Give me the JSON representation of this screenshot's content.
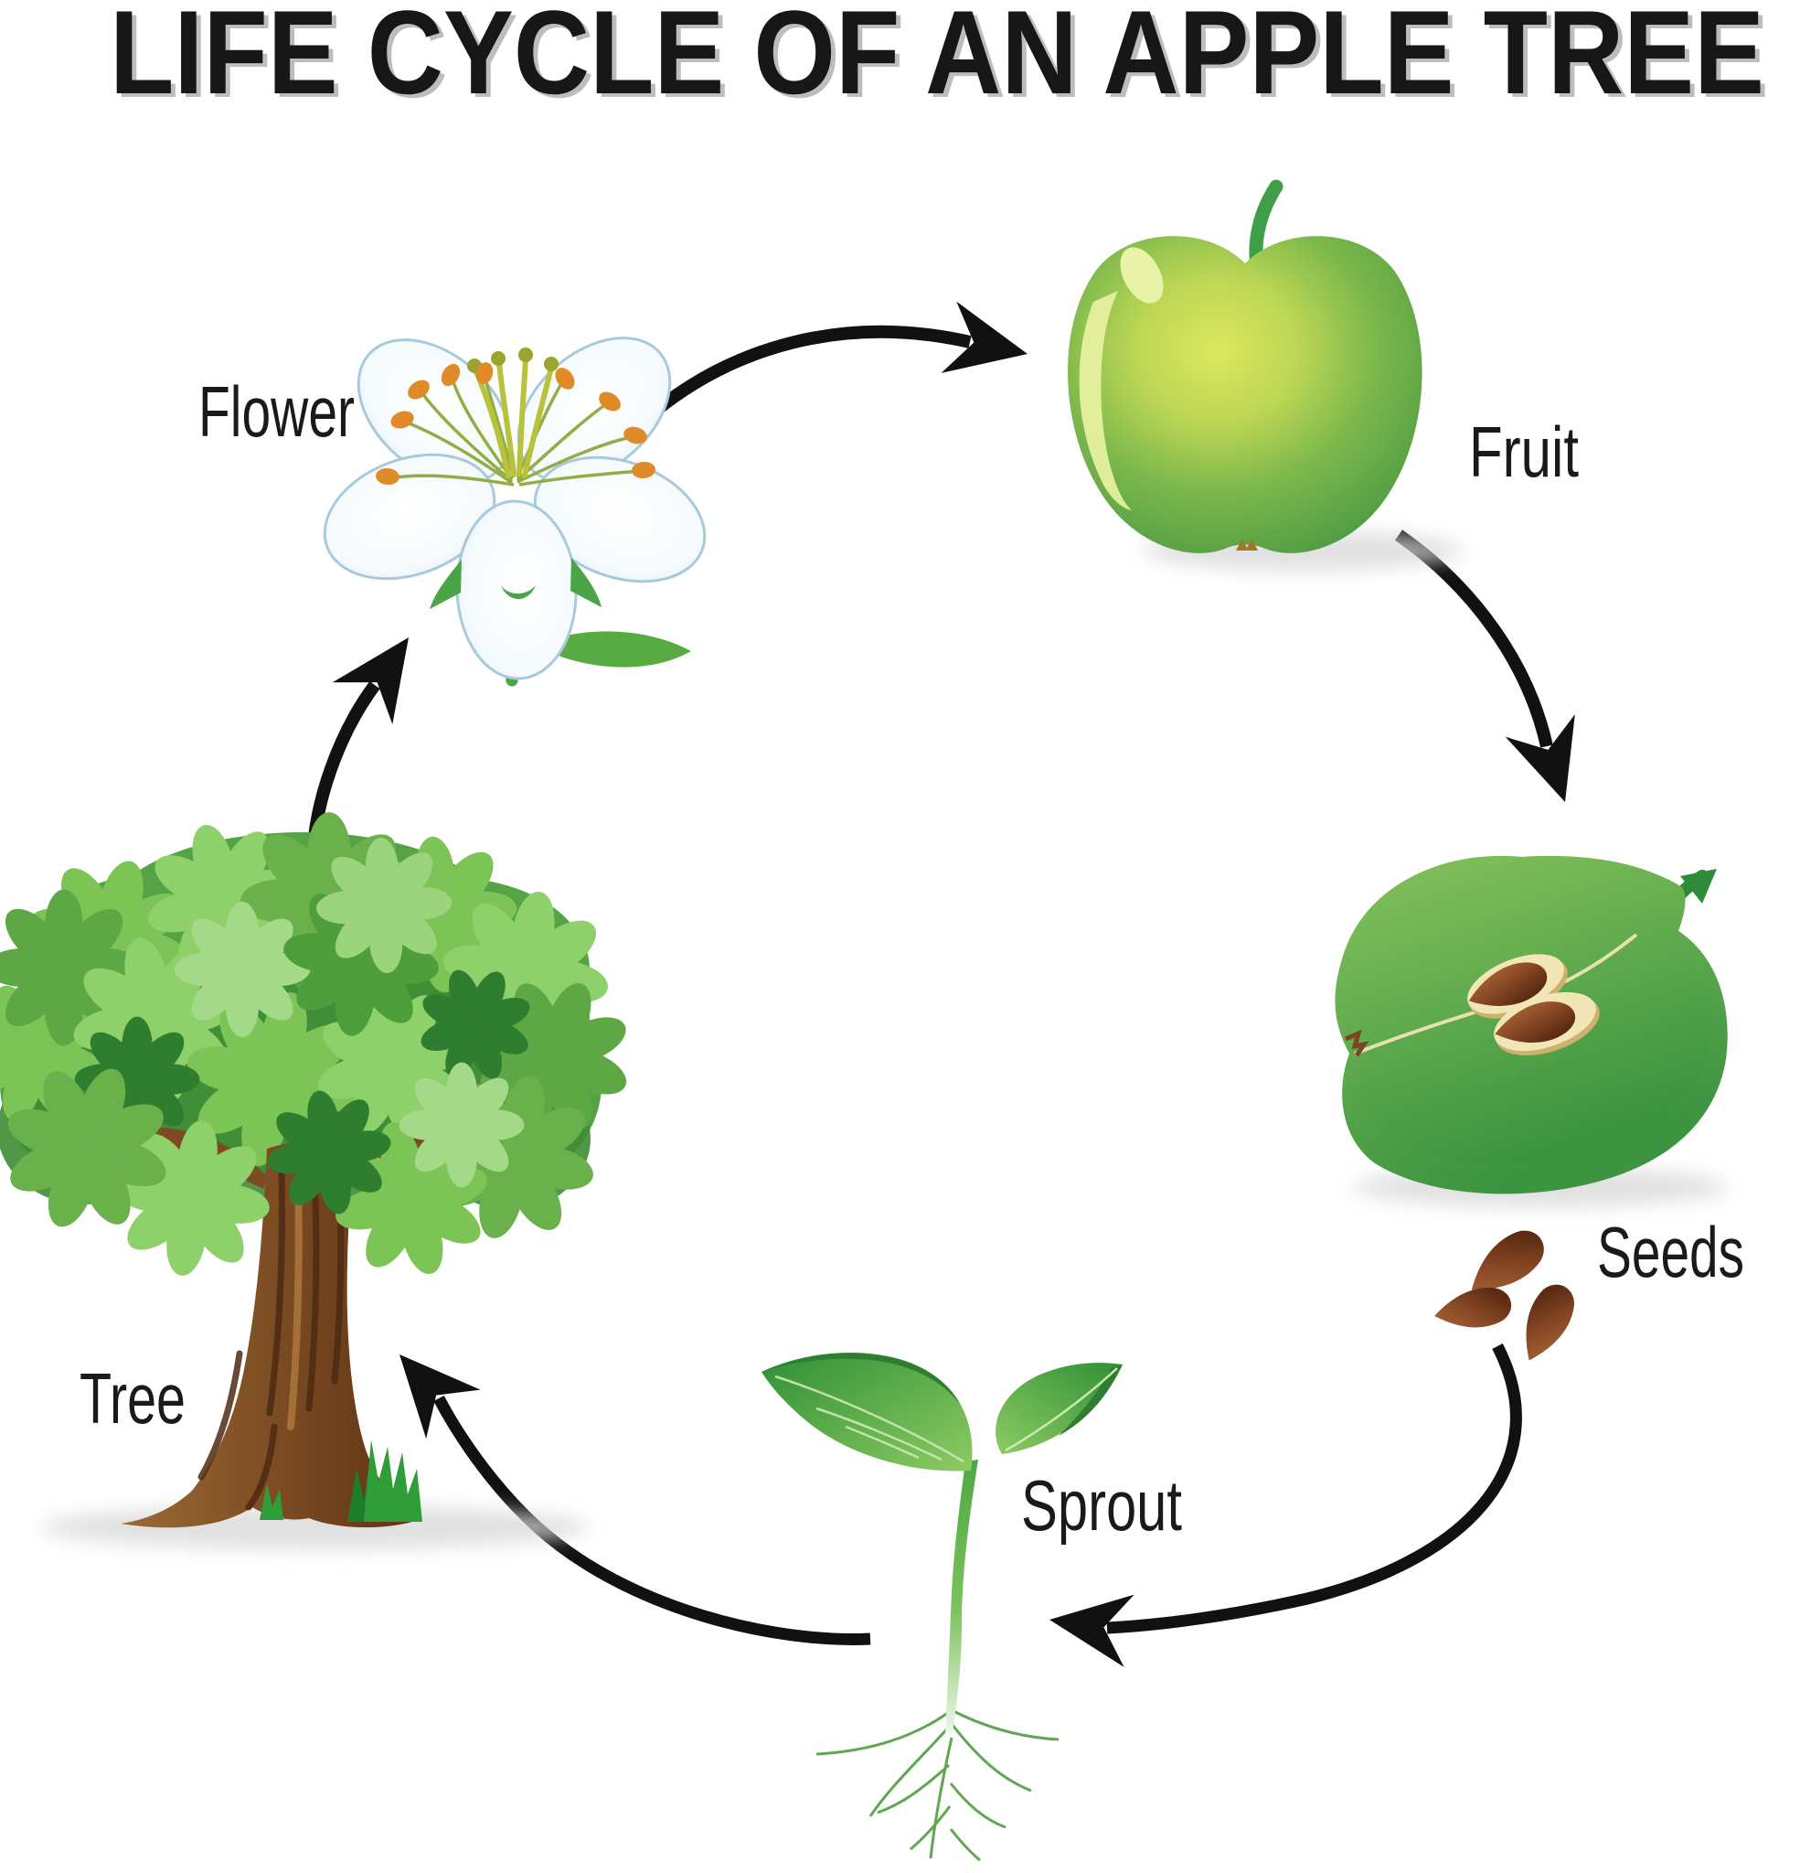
{
  "title": "LIFE CYCLE OF AN APPLE TREE",
  "stages": [
    {
      "id": "flower",
      "label": "Flower"
    },
    {
      "id": "fruit",
      "label": "Fruit"
    },
    {
      "id": "seeds",
      "label": "Seeds"
    },
    {
      "id": "sprout",
      "label": "Sprout"
    },
    {
      "id": "tree",
      "label": "Tree"
    }
  ],
  "arrows": [
    {
      "from": "Flower",
      "to": "Fruit"
    },
    {
      "from": "Fruit",
      "to": "Seeds"
    },
    {
      "from": "Seeds",
      "to": "Sprout"
    },
    {
      "from": "Sprout",
      "to": "Tree"
    },
    {
      "from": "Tree",
      "to": "Flower"
    }
  ],
  "colors": {
    "background": "#ffffff",
    "text": "#1a1a1a",
    "arrow": "#111111",
    "apple_green": "#55a047",
    "apple_highlight": "#dce75e",
    "flesh_cream": "#f5efbe",
    "rim_yellow": "#d7e23c",
    "seed_brown": "#8a4a26",
    "leaf_green": "#57a845",
    "trunk_brown": "#7a4a22",
    "petal_white": "#ffffff",
    "anther_orange": "#e08a28"
  }
}
